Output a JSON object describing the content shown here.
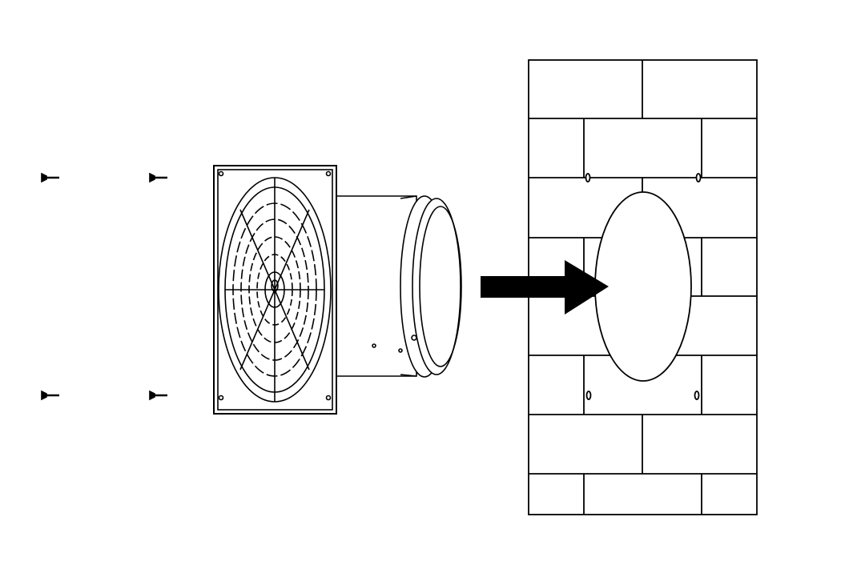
{
  "diagram": {
    "colors": {
      "line": "#000000",
      "background": "#ffffff",
      "arrow": "#000000"
    },
    "parts": [
      "screw",
      "screw",
      "screw",
      "screw",
      "wall-fan",
      "direction-arrow",
      "brick-wall-with-opening"
    ],
    "screw_count": 4
  }
}
